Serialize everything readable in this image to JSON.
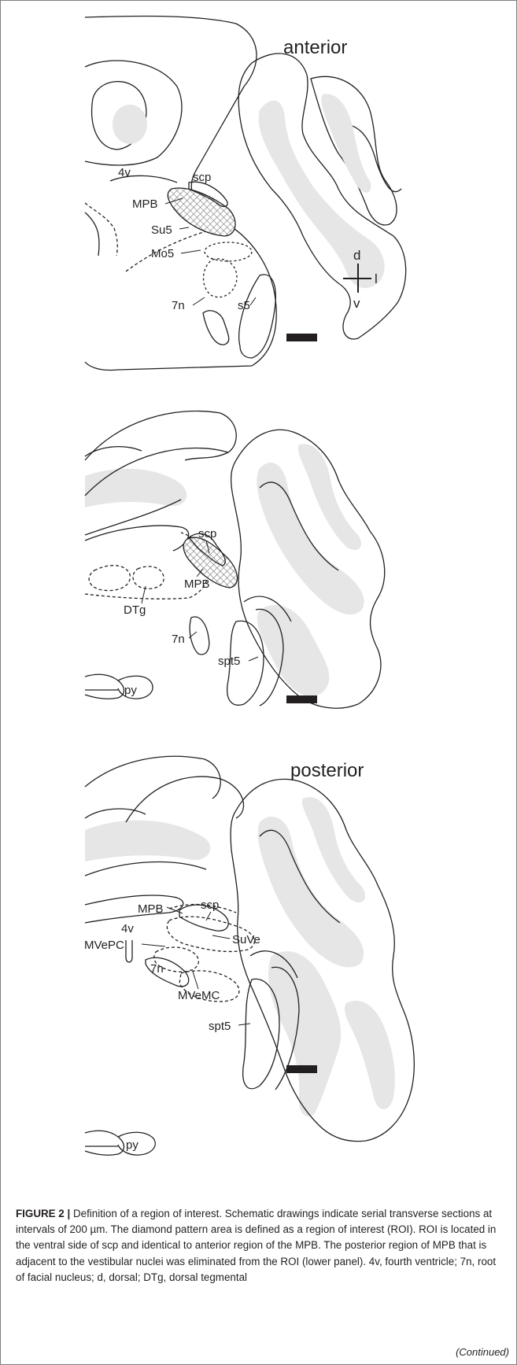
{
  "panels": [
    {
      "heading": "anterior",
      "labels": {
        "v4": "4v",
        "scp": "scp",
        "mpb": "MPB",
        "su5": "Su5",
        "mo5": "Mo5",
        "n7": "7n",
        "s5": "s5"
      },
      "orientation": {
        "d": "d",
        "l": "l",
        "v": "v"
      }
    },
    {
      "heading": "",
      "labels": {
        "scp": "scp",
        "mpb": "MPB",
        "dtg": "DTg",
        "n7": "7n",
        "spt5": "spt5",
        "py": "py"
      }
    },
    {
      "heading": "posterior",
      "labels": {
        "mpb": "MPB",
        "scp": "scp",
        "v4": "4v",
        "mvepc": "MVePC",
        "suve": "SuVe",
        "n7": "7n",
        "mvemc": "MVeMC",
        "spt5": "spt5",
        "py": "py"
      }
    }
  ],
  "colors": {
    "outline": "#231f20",
    "white_matter": "#e6e6e6",
    "hatch": "#7a7a7a",
    "scale_bar": "#231f20"
  },
  "caption": {
    "figure_label": "FIGURE 2 |",
    "text": "Definition of a region of interest. Schematic drawings indicate serial transverse sections at intervals of 200 µm. The diamond pattern area is defined as a region of interest (ROI). ROI is located in the ventral side of scp and identical to anterior region of the MPB. The posterior region of MPB that is adjacent to the vestibular nuclei was eliminated from the ROI (lower panel). 4v, fourth ventricle; 7n, root of facial nucleus; d, dorsal; DTg, dorsal tegmental",
    "continued": "(Continued)"
  }
}
